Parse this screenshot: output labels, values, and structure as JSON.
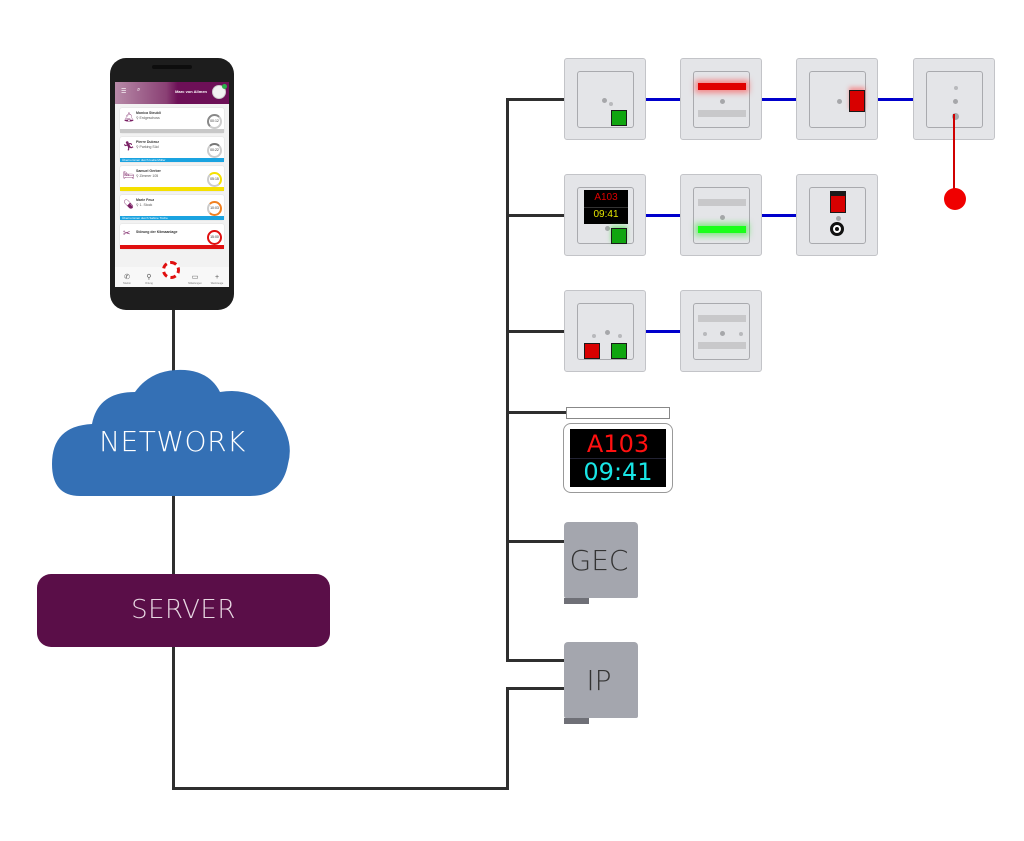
{
  "diagram": {
    "network_label": "NETWORK",
    "server_label": "SERVER",
    "colors": {
      "wire": "#2f2f2f",
      "bus": "#0000cc",
      "cloud": "#3470b5",
      "server": "#5a0e48",
      "pull_cord": "#e00000"
    }
  },
  "phone": {
    "user_name": "Marc von Allmen",
    "alerts": [
      {
        "name": "Monica Steubli",
        "location": "Erdgeschoss",
        "timer": "00:12",
        "status": "",
        "icon": "bell-icon",
        "color": "#c8c8c8"
      },
      {
        "name": "Pierre Dubroz",
        "location": "Parking Süd",
        "timer": "00:22",
        "status": "Übernommen durch Ioelia Müller",
        "icon": "running-person-icon",
        "color": "#1aa3e0"
      },
      {
        "name": "Samuel Gerber",
        "location": "Zimmer 105",
        "timer": "05:15",
        "status": "",
        "icon": "bed-icon",
        "color": "#f5e000"
      },
      {
        "name": "Marie Feuz",
        "location": "1. Stock",
        "timer": "10:03",
        "status": "Übernommen durch Sabine Tüche",
        "icon": "pill-icon",
        "color": "#1aa3e0"
      },
      {
        "name": "Störung der Klimaanlage",
        "location": "",
        "timer": "15:00",
        "status": "",
        "icon": "tools-icon",
        "color": "#e01010"
      }
    ],
    "nav": [
      {
        "label": "Telefon",
        "icon": "phone-icon"
      },
      {
        "label": "Ortung",
        "icon": "location-icon"
      },
      {
        "label": "",
        "icon": "alarm-icon"
      },
      {
        "label": "Mitteilungen",
        "icon": "message-icon"
      },
      {
        "label": "Werkzeuge",
        "icon": "plus-icon"
      }
    ]
  },
  "devices": {
    "room_display": {
      "room": "A103",
      "time": "09:41"
    },
    "panel_display": {
      "room": "A103",
      "time": "09:41"
    },
    "controllers": [
      "GEC",
      "IP"
    ]
  }
}
